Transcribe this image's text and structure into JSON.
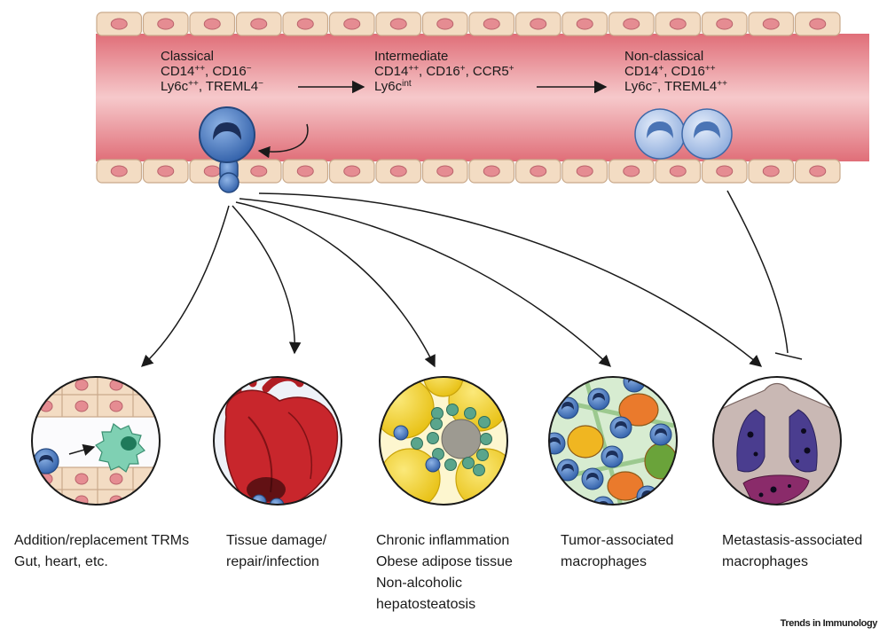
{
  "subsets": {
    "classical": {
      "title": "Classical",
      "l1": "CD14",
      "l1s": "++",
      "l1b": ", CD16",
      "l1bs": "−",
      "l2": "Ly6c",
      "l2s": "++",
      "l2b": ", TREML4",
      "l2bs": "−"
    },
    "intermediate": {
      "title": "Intermediate",
      "l1": "CD14",
      "l1s": "++",
      "l1b": ", CD16",
      "l1bs": "+",
      "l1c": ", CCR5",
      "l1cs": "+",
      "l2": "Ly6c",
      "l2s": "int"
    },
    "nonclassical": {
      "title": "Non-classical",
      "l1": "CD14",
      "l1s": "+",
      "l1b": ", CD16",
      "l1bs": "++",
      "l2": "Ly6c",
      "l2s": "−",
      "l2b": ", TREML4",
      "l2bs": "++"
    }
  },
  "outcomes": [
    {
      "lines": [
        "Addition/replacement TRMs",
        "Gut, heart, etc."
      ]
    },
    {
      "lines": [
        "Tissue damage/",
        "repair/infection"
      ]
    },
    {
      "lines": [
        "Chronic inflammation",
        "Obese adipose tissue",
        "Non-alcoholic",
        "hepatosteatosis"
      ]
    },
    {
      "lines": [
        "Tumor-associated",
        "macrophages"
      ]
    },
    {
      "lines": [
        "Metastasis-associated",
        "macrophages"
      ]
    }
  ],
  "journal": "Trends in Immunology",
  "colors": {
    "vessel": "#e58c92",
    "endothelium": "#f3dcc3",
    "monocyte": "#4f7fc0",
    "heart": "#c8262c",
    "adipocyte": "#f3d21d",
    "tumor": "#ea7a2c"
  }
}
